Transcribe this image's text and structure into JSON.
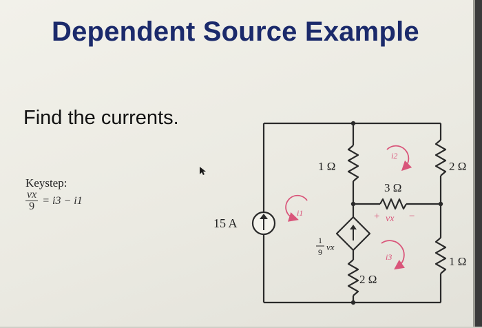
{
  "slide": {
    "title": "Dependent Source Example",
    "prompt": "Find the currents."
  },
  "keystep": {
    "label": "Keystep:",
    "numerator": "vx",
    "denominator": "9",
    "rhs": "= i3 − i1"
  },
  "circuit": {
    "source_label": "15 A",
    "resistors": {
      "r_left_top": "1 Ω",
      "r_mid": "3 Ω",
      "r_right_top": "2 Ω",
      "r_bottom_mid": "2 Ω",
      "r_right_bottom": "1 Ω"
    },
    "dependent_source": {
      "coef_num": "1",
      "coef_den": "9",
      "var": "vx"
    },
    "vx_polarity": {
      "plus": "+",
      "var": "vx",
      "minus": "−"
    },
    "mesh_currents": {
      "i1": "i1",
      "i2": "i2",
      "i3": "i3"
    }
  },
  "colors": {
    "title": "#1b2a6b",
    "mesh_arrow": "#d9557a",
    "wire": "#2a2a2a"
  }
}
